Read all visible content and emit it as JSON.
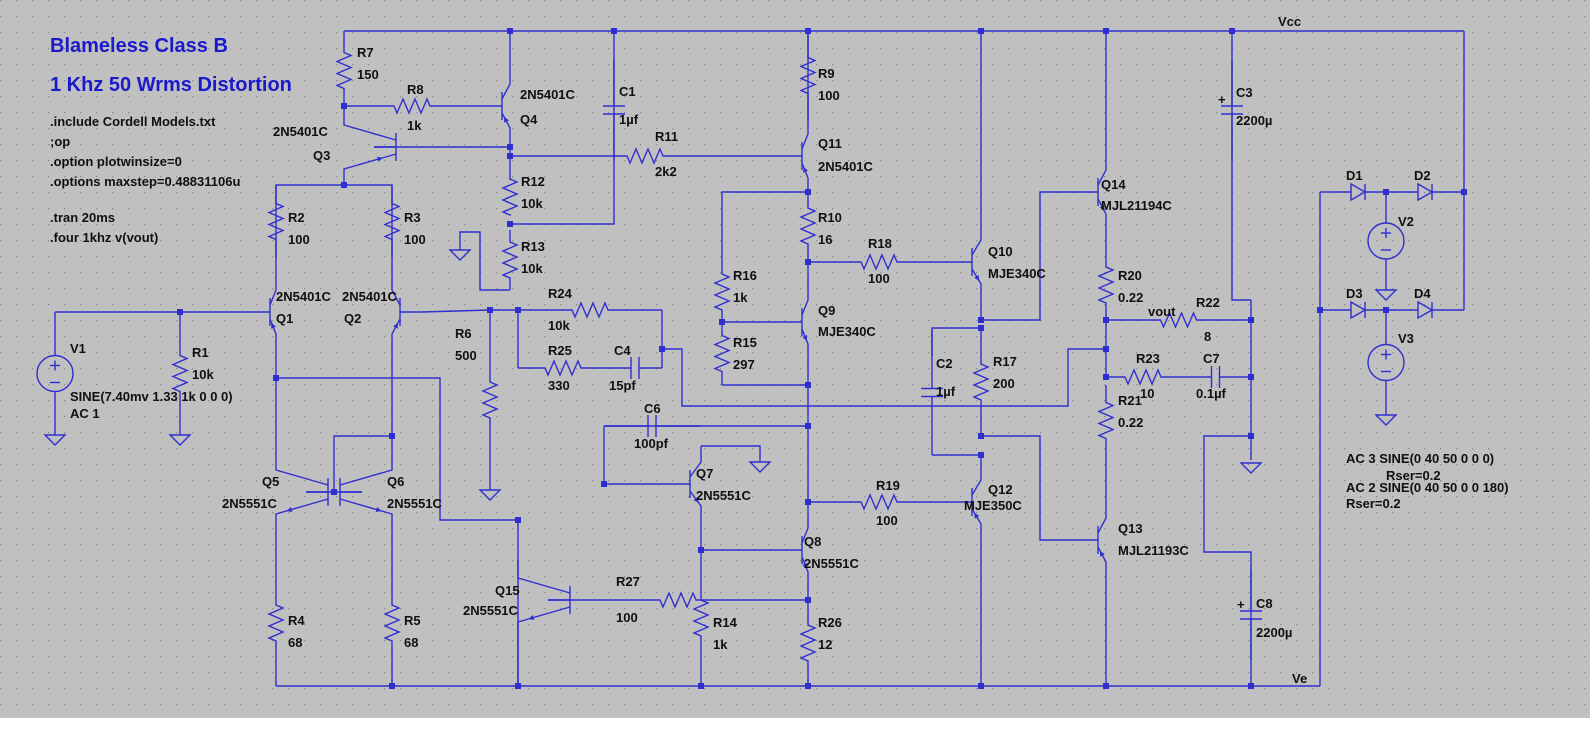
{
  "schematic": {
    "title_line1": "Blameless Class B",
    "title_line2": "1 Khz 50 Wrms Distortion",
    "spice_directives": [
      ".include Cordell Models.txt",
      ";op",
      ".option plotwinsize=0",
      ".options maxstep=0.48831106u",
      ".tran 20ms",
      ".four 1khz v(vout)"
    ],
    "nets": {
      "vcc": "Vcc",
      "ve": "Ve",
      "vout": "vout"
    },
    "sources": {
      "V1": {
        "name": "V1",
        "value": "SINE(7.40mv 1.33 1k 0 0 0)",
        "ac": "AC 1"
      },
      "V2": {
        "name": "V2"
      },
      "V3": {
        "name": "V3"
      },
      "v3_spec": "AC 3   SINE(0 40 50 0 0 0)",
      "v3_rser": "Rser=0.2",
      "v2_spec": "AC 2   SINE(0 40 50 0 0 180)",
      "v2_rser": "Rser=0.2"
    },
    "resistors": {
      "R1": {
        "name": "R1",
        "value": "10k"
      },
      "R2": {
        "name": "R2",
        "value": "100"
      },
      "R3": {
        "name": "R3",
        "value": "100"
      },
      "R4": {
        "name": "R4",
        "value": "68"
      },
      "R5": {
        "name": "R5",
        "value": "68"
      },
      "R6": {
        "name": "R6",
        "value": "500"
      },
      "R7": {
        "name": "R7",
        "value": "150"
      },
      "R8": {
        "name": "R8",
        "value": "1k"
      },
      "R9": {
        "name": "R9",
        "value": "100"
      },
      "R10": {
        "name": "R10",
        "value": "16"
      },
      "R11": {
        "name": "R11",
        "value": "2k2"
      },
      "R12": {
        "name": "R12",
        "value": "10k"
      },
      "R13": {
        "name": "R13",
        "value": "10k"
      },
      "R14": {
        "name": "R14",
        "value": "1k"
      },
      "R15": {
        "name": "R15",
        "value": "297"
      },
      "R16": {
        "name": "R16",
        "value": "1k"
      },
      "R17": {
        "name": "R17",
        "value": "200"
      },
      "R18": {
        "name": "R18",
        "value": "100"
      },
      "R19": {
        "name": "R19",
        "value": "100"
      },
      "R20": {
        "name": "R20",
        "value": "0.22"
      },
      "R21": {
        "name": "R21",
        "value": "0.22"
      },
      "R22": {
        "name": "R22",
        "value": "8"
      },
      "R23": {
        "name": "R23",
        "value": "10"
      },
      "R24": {
        "name": "R24",
        "value": "10k"
      },
      "R25": {
        "name": "R25",
        "value": "330"
      },
      "R26": {
        "name": "R26",
        "value": "12"
      },
      "R27": {
        "name": "R27",
        "value": "100"
      }
    },
    "capacitors": {
      "C1": {
        "name": "C1",
        "value": "1µf"
      },
      "C2": {
        "name": "C2",
        "value": "1µf"
      },
      "C3": {
        "name": "C3",
        "value": "2200µ"
      },
      "C4": {
        "name": "C4",
        "value": "15pf"
      },
      "C6": {
        "name": "C6",
        "value": "100pf"
      },
      "C7": {
        "name": "C7",
        "value": "0.1µf"
      },
      "C8": {
        "name": "C8",
        "value": "2200µ"
      }
    },
    "transistors": {
      "Q1": {
        "name": "Q1",
        "model": "2N5401C"
      },
      "Q2": {
        "name": "Q2",
        "model": "2N5401C"
      },
      "Q3": {
        "name": "Q3",
        "model": "2N5401C"
      },
      "Q4": {
        "name": "Q4",
        "model": "2N5401C"
      },
      "Q5": {
        "name": "Q5",
        "model": "2N5551C"
      },
      "Q6": {
        "name": "Q6",
        "model": "2N5551C"
      },
      "Q7": {
        "name": "Q7",
        "model": "2N5551C"
      },
      "Q8": {
        "name": "Q8",
        "model": "2N5551C"
      },
      "Q9": {
        "name": "Q9",
        "model": "MJE340C"
      },
      "Q10": {
        "name": "Q10",
        "model": "MJE340C"
      },
      "Q11": {
        "name": "Q11",
        "model": "2N5401C"
      },
      "Q12": {
        "name": "Q12",
        "model": "MJE350C"
      },
      "Q13": {
        "name": "Q13",
        "model": "MJL21193C"
      },
      "Q14": {
        "name": "Q14",
        "model": "MJL21194C"
      },
      "Q15": {
        "name": "Q15",
        "model": "2N5551C"
      }
    },
    "diodes": {
      "D1": {
        "name": "D1"
      },
      "D2": {
        "name": "D2"
      },
      "D3": {
        "name": "D3"
      },
      "D4": {
        "name": "D4"
      }
    },
    "colors": {
      "wire": "#2f2fd0",
      "text": "#101010",
      "title": "#1a1acc",
      "grid_dot": "#8c8c8c",
      "background": "#c0c0c0"
    }
  }
}
